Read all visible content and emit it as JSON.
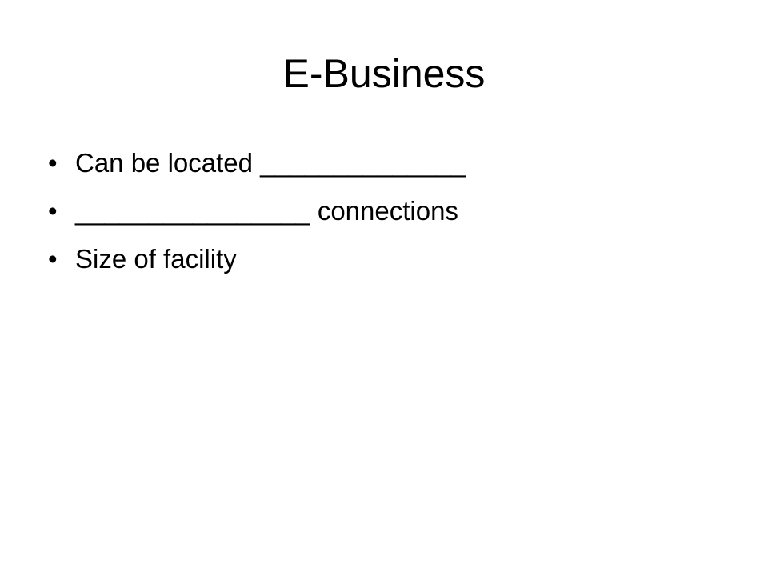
{
  "slide": {
    "title": "E-Business",
    "bullet_char": "•",
    "bullets": [
      "Can be located ______________",
      "________________ connections",
      "Size of facility"
    ]
  }
}
